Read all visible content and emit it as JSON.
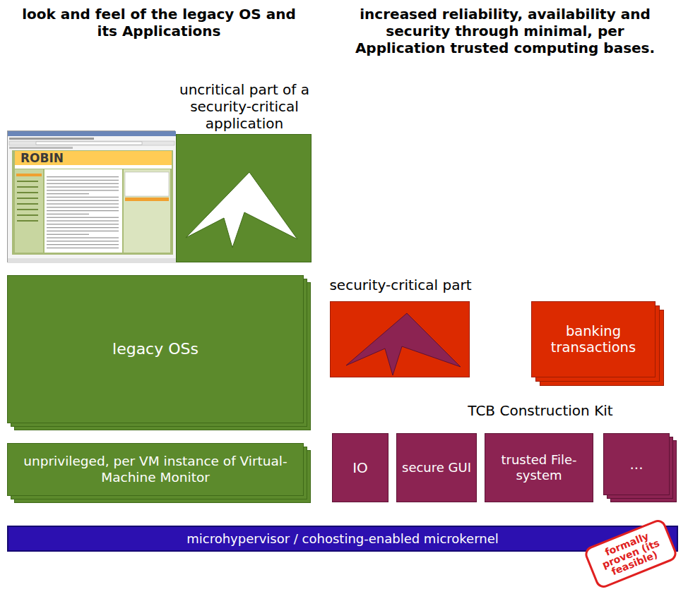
{
  "diagram": {
    "nodes": [
      {
        "text": [
          "ROBIN"
        ]
      },
      {
        "text": [
          "uncritical part of a security-critical application"
        ]
      },
      {
        "text": [
          "legacy OSs"
        ]
      },
      {
        "text": [
          "unprivileged, per VM instance of Virtual-Machine Monitor"
        ]
      },
      {
        "text": [
          "security-critical part"
        ]
      },
      {
        "text": [
          "banking transactions"
        ]
      },
      {
        "text": [
          "IO"
        ]
      },
      {
        "text": [
          "secure GUI"
        ]
      },
      {
        "text": [
          "trusted File-system"
        ]
      },
      {
        "text": [
          "..."
        ]
      },
      {
        "text": [
          "microhypervisor / cohosting-enabled microkernel"
        ]
      },
      {
        "text": [
          "formally proven (its feasible)"
        ]
      }
    ],
    "labels": [
      "look and feel of the legacy OS and its Applications",
      "increased reliability, availability and security through minimal, per Application trusted computing bases.",
      "TCB Construction Kit"
    ]
  }
}
